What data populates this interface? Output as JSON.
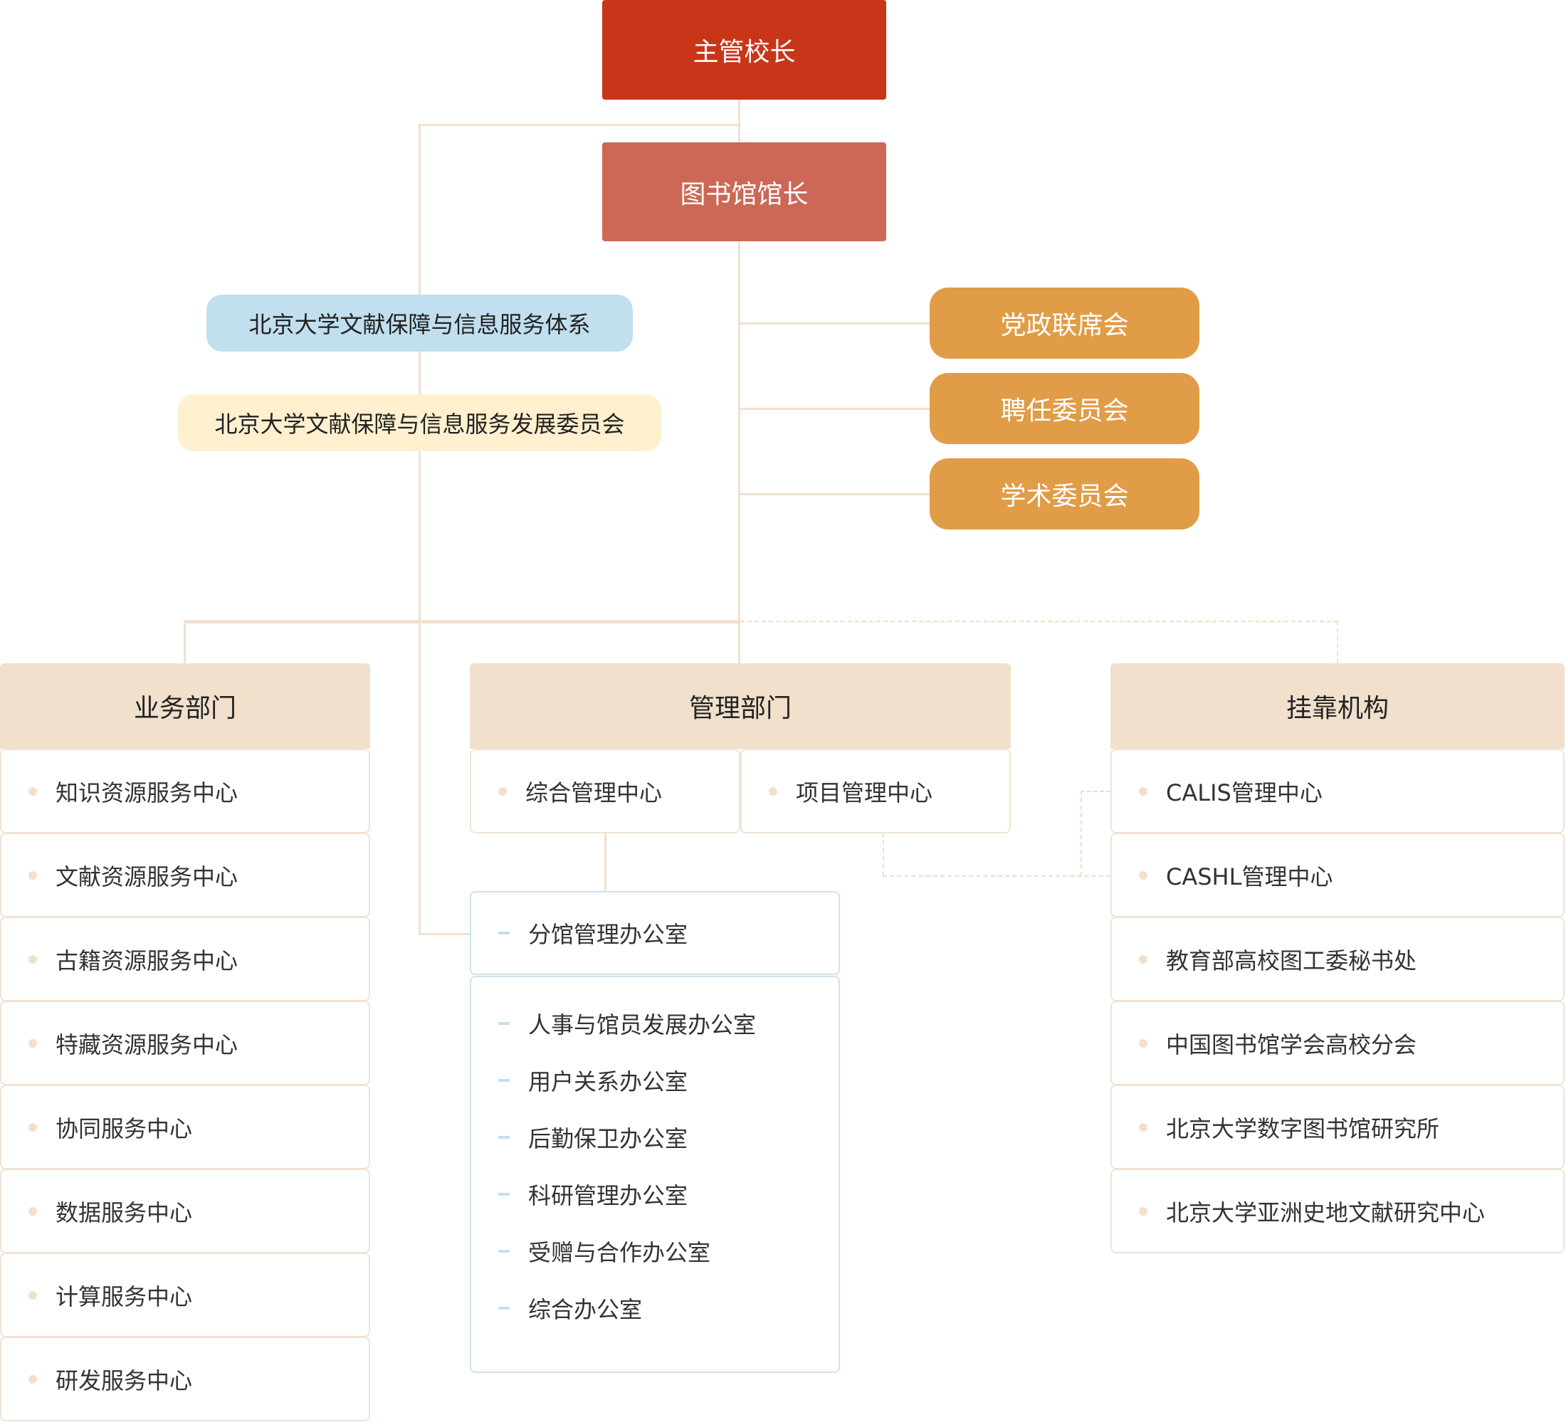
{
  "chart_title": "图书馆组织机构",
  "colors": {
    "president": "#c93518",
    "director": "#cc6855",
    "system_box": "#c1dfee",
    "committee_box": "#fff0cf",
    "councils": "#e19c47",
    "column_header": "#f0e0cc",
    "connector": "#f1e1cf",
    "office_accent": "#c3e0ef"
  },
  "leadership": {
    "president": "主管校长",
    "director": "图书馆馆长"
  },
  "advisory": {
    "system": "北京大学文献保障与信息服务体系",
    "committee": "北京大学文献保障与信息服务发展委员会"
  },
  "councils": [
    "党政联席会",
    "聘任委员会",
    "学术委员会"
  ],
  "columns": {
    "business": {
      "title": "业务部门",
      "items": [
        "知识资源服务中心",
        "文献资源服务中心",
        "古籍资源服务中心",
        "特藏资源服务中心",
        "协同服务中心",
        "数据服务中心",
        "计算服务中心",
        "研发服务中心"
      ]
    },
    "management": {
      "title": "管理部门",
      "centers": [
        "综合管理中心",
        "项目管理中心"
      ],
      "branch_office": "分馆管理办公室",
      "offices": [
        "人事与馆员发展办公室",
        "用户关系办公室",
        "后勤保卫办公室",
        "科研管理办公室",
        "受赠与合作办公室",
        "综合办公室"
      ]
    },
    "affiliated": {
      "title": "挂靠机构",
      "items": [
        "CALIS管理中心",
        "CASHL管理中心",
        "教育部高校图工委秘书处",
        "中国图书馆学会高校分会",
        "北京大学数字图书馆研究所",
        "北京大学亚洲史地文献研究中心"
      ]
    }
  }
}
